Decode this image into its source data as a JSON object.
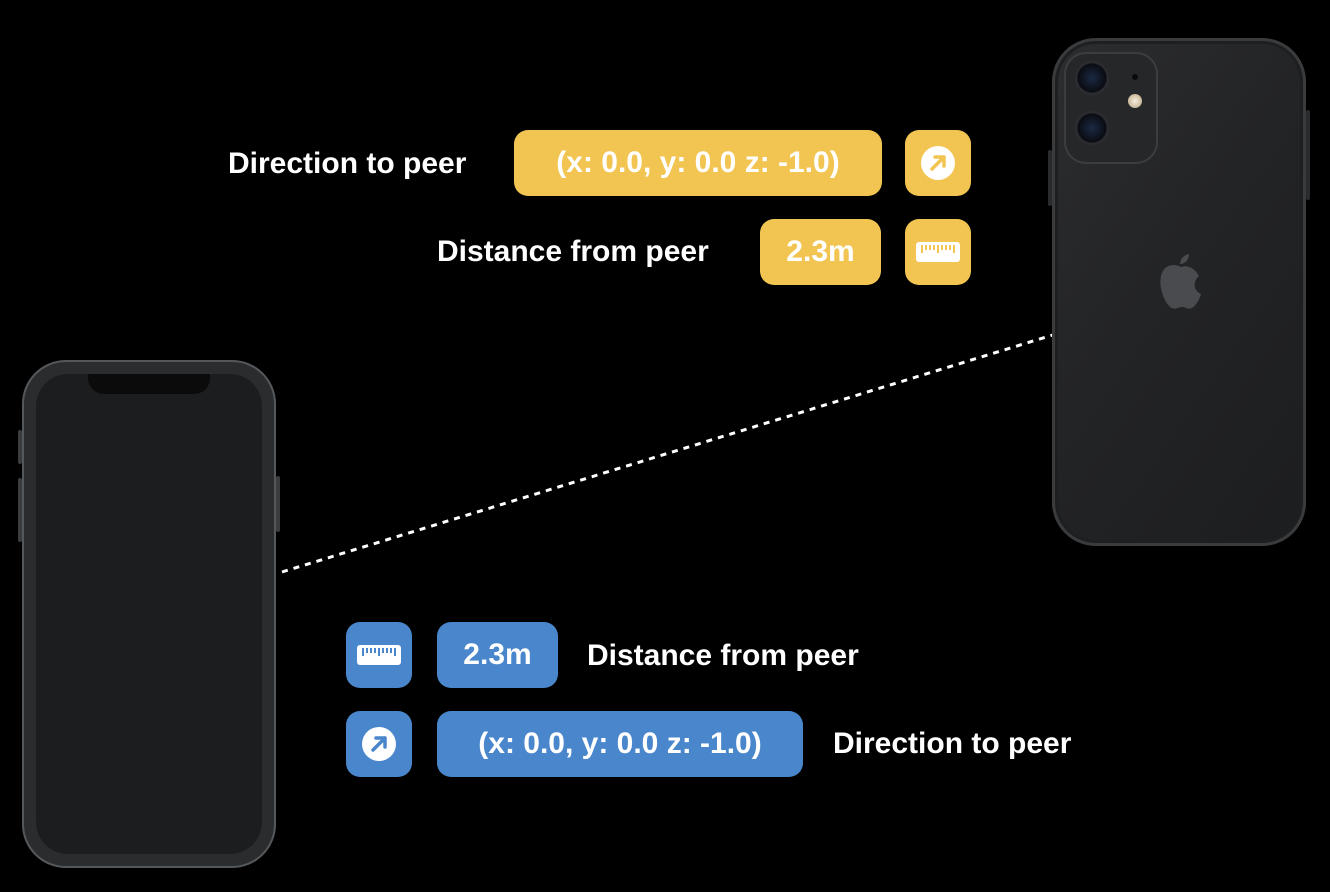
{
  "top_peer": {
    "direction_label": "Direction to peer",
    "direction_value": "(x: 0.0, y: 0.0 z: -1.0)",
    "distance_label": "Distance from peer",
    "distance_value": "2.3m",
    "color": "#f2c552"
  },
  "bottom_peer": {
    "distance_label": "Distance from peer",
    "distance_value": "2.3m",
    "direction_label": "Direction to peer",
    "direction_value": "(x: 0.0, y: 0.0 z: -1.0)",
    "color": "#4a86cc"
  },
  "icons": {
    "direction": "arrow-up-right-circle-icon",
    "distance": "ruler-icon"
  }
}
